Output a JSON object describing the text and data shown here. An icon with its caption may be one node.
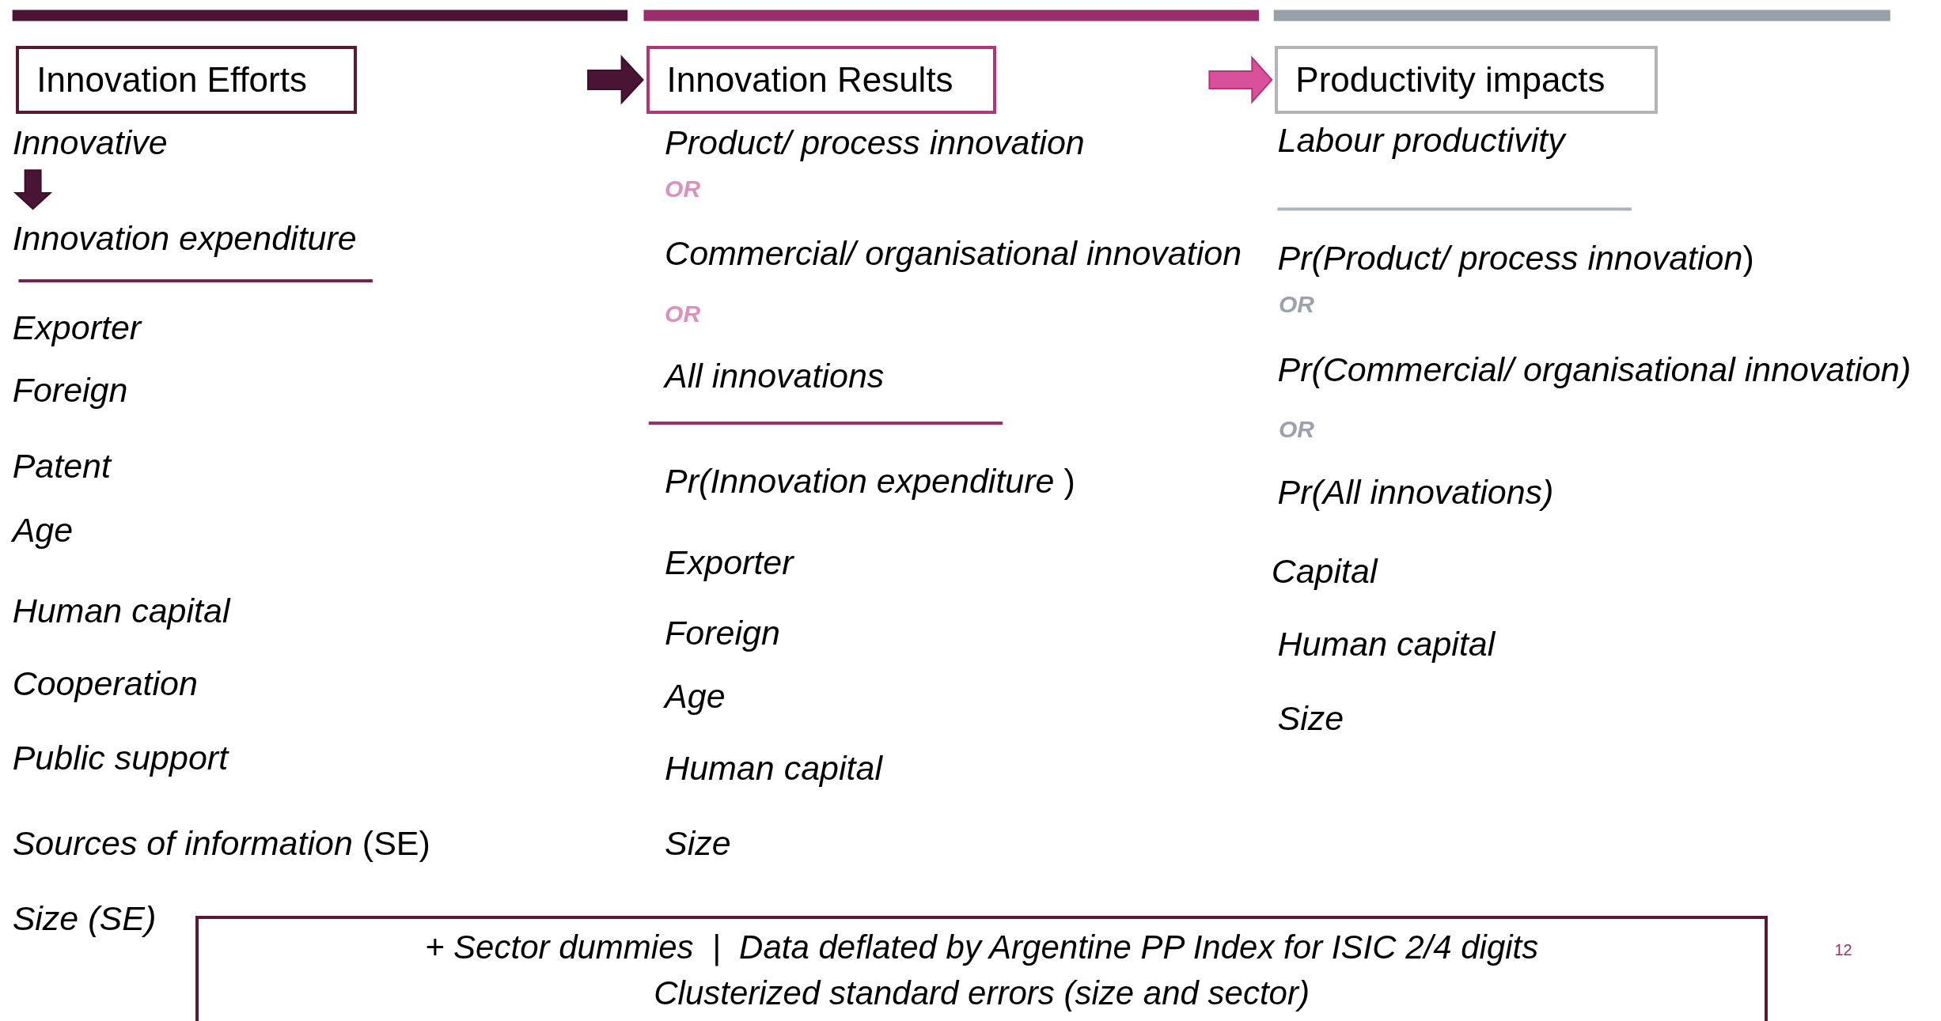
{
  "diagram": {
    "nodes": [
      {
        "text": [
          "Innovation Efforts"
        ]
      },
      {
        "text": [
          "Innovation Results"
        ]
      },
      {
        "text": [
          "Productivity impacts"
        ]
      },
      {
        "text": [
          "Innovative"
        ]
      },
      {
        "text": [
          "Innovation expenditure"
        ]
      },
      {
        "text": [
          "+ Sector dummies  |  Data deflated by Argentine PP Index for ISIC 2/4 digits",
          "Clusterized standard errors (size and sector)"
        ]
      }
    ],
    "edges": [
      {
        "from": null,
        "to": 1,
        "arrow": "to"
      },
      {
        "from": null,
        "to": 2,
        "arrow": "to",
        "color": "#d9519b"
      },
      {
        "from": 3,
        "to": 4,
        "arrow": "to"
      }
    ],
    "labels": [
      "Exporter",
      "Foreign",
      "Patent",
      "Age",
      "Human capital",
      "Cooperation",
      "Public support",
      "*Sources of information* (SE)",
      "Size (SE)",
      "Product/ process innovation",
      "OR",
      "Commercial/ organisational innovation",
      "OR",
      "All innovations",
      "*Pr(Innovation expenditure* )",
      "Exporter",
      "Foreign",
      "Age",
      "Human capital",
      "Size",
      "Labour productivity",
      "*Pr(Product/ process innovation*)",
      "OR",
      "Pr(Commercial/ organisational innovation)",
      "OR",
      "Pr(All innovations)",
      "Capital",
      "Human capital",
      "Size",
      "12"
    ]
  }
}
